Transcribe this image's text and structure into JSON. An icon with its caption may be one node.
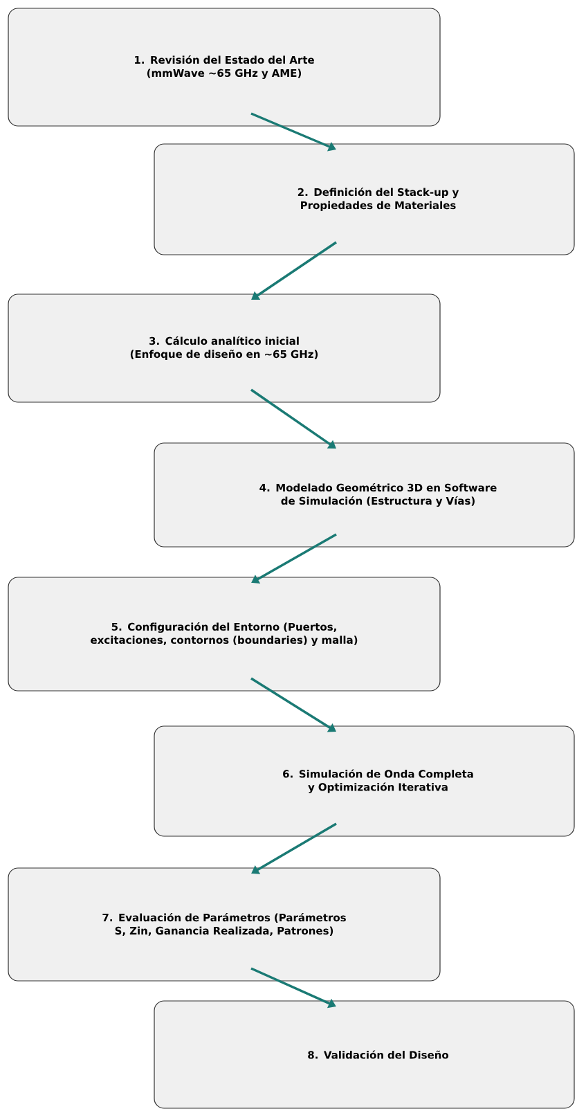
{
  "diagram": {
    "nodes": [
      {
        "text": [
          "1. Revisión del Estado del Arte (mmWave ~65 GHz y AME)"
        ]
      },
      {
        "text": [
          "2. Definición del Stack-up y Propiedades de Materiales"
        ]
      },
      {
        "text": [
          "3. Cálculo analítico inicial (Enfoque de diseño en ~65 GHz)"
        ]
      },
      {
        "text": [
          "4. Modelado Geométrico 3D en Software de Simulación (Estructura y Vías)"
        ]
      },
      {
        "text": [
          "5. Configuración del Entorno (Puertos, excitaciones, contornos (boundaries) y malla)"
        ]
      },
      {
        "text": [
          "6. Simulación de Onda Completa y Optimización Iterativa"
        ]
      },
      {
        "text": [
          "7. Evaluación de Parámetros (Parámetros S, Zin, Ganancia Realizada, Patrones)"
        ]
      },
      {
        "text": [
          "8. Validación del Diseño"
        ]
      }
    ],
    "edges": [
      {
        "from": 0,
        "to": 1,
        "arrow": "to"
      },
      {
        "from": 1,
        "to": 2,
        "arrow": "to"
      },
      {
        "from": 2,
        "to": 3,
        "arrow": "to"
      },
      {
        "from": 3,
        "to": 4,
        "arrow": "to"
      },
      {
        "from": 4,
        "to": 5,
        "arrow": "to"
      },
      {
        "from": 5,
        "to": 6,
        "arrow": "to"
      },
      {
        "from": 6,
        "to": 7,
        "arrow": "to"
      }
    ]
  }
}
